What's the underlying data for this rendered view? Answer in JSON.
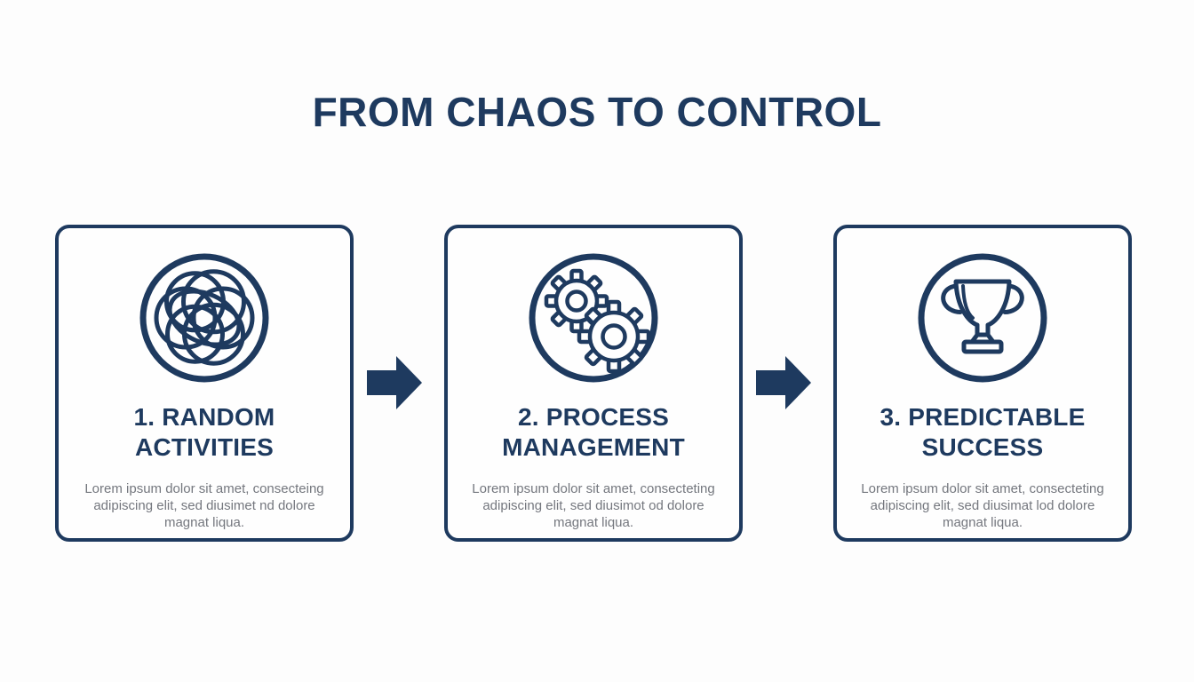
{
  "page": {
    "title": "FROM CHAOS TO CONTROL"
  },
  "colors": {
    "navy": "#1e3a5f",
    "body_gray": "#74777e",
    "background": "#fdfdfd",
    "card_background": "#fefefe"
  },
  "steps": [
    {
      "icon": "chaos-scribble-icon",
      "title_line1": "1. RANDOM",
      "title_line2": "ACTIVITIES",
      "description": "Lorem ipsum dolor sit amet, consecteing adipiscing elit, sed diusimet nd dolore magnat liqua."
    },
    {
      "icon": "gears-icon",
      "title_line1": "2. PROCESS",
      "title_line2": "MANAGEMENT",
      "description": "Lorem ipsum dolor sit amet, consecteting adipiscing elit, sed diusimot od dolore magnat liqua."
    },
    {
      "icon": "trophy-icon",
      "title_line1": "3. PREDICTABLE",
      "title_line2": "SUCCESS",
      "description": "Lorem ipsum dolor sit amet, consecteting adipiscing elit, sed diusimat lod dolore magnat liqua."
    }
  ],
  "connectors": {
    "arrow_1": "right-arrow",
    "arrow_2": "right-arrow"
  }
}
